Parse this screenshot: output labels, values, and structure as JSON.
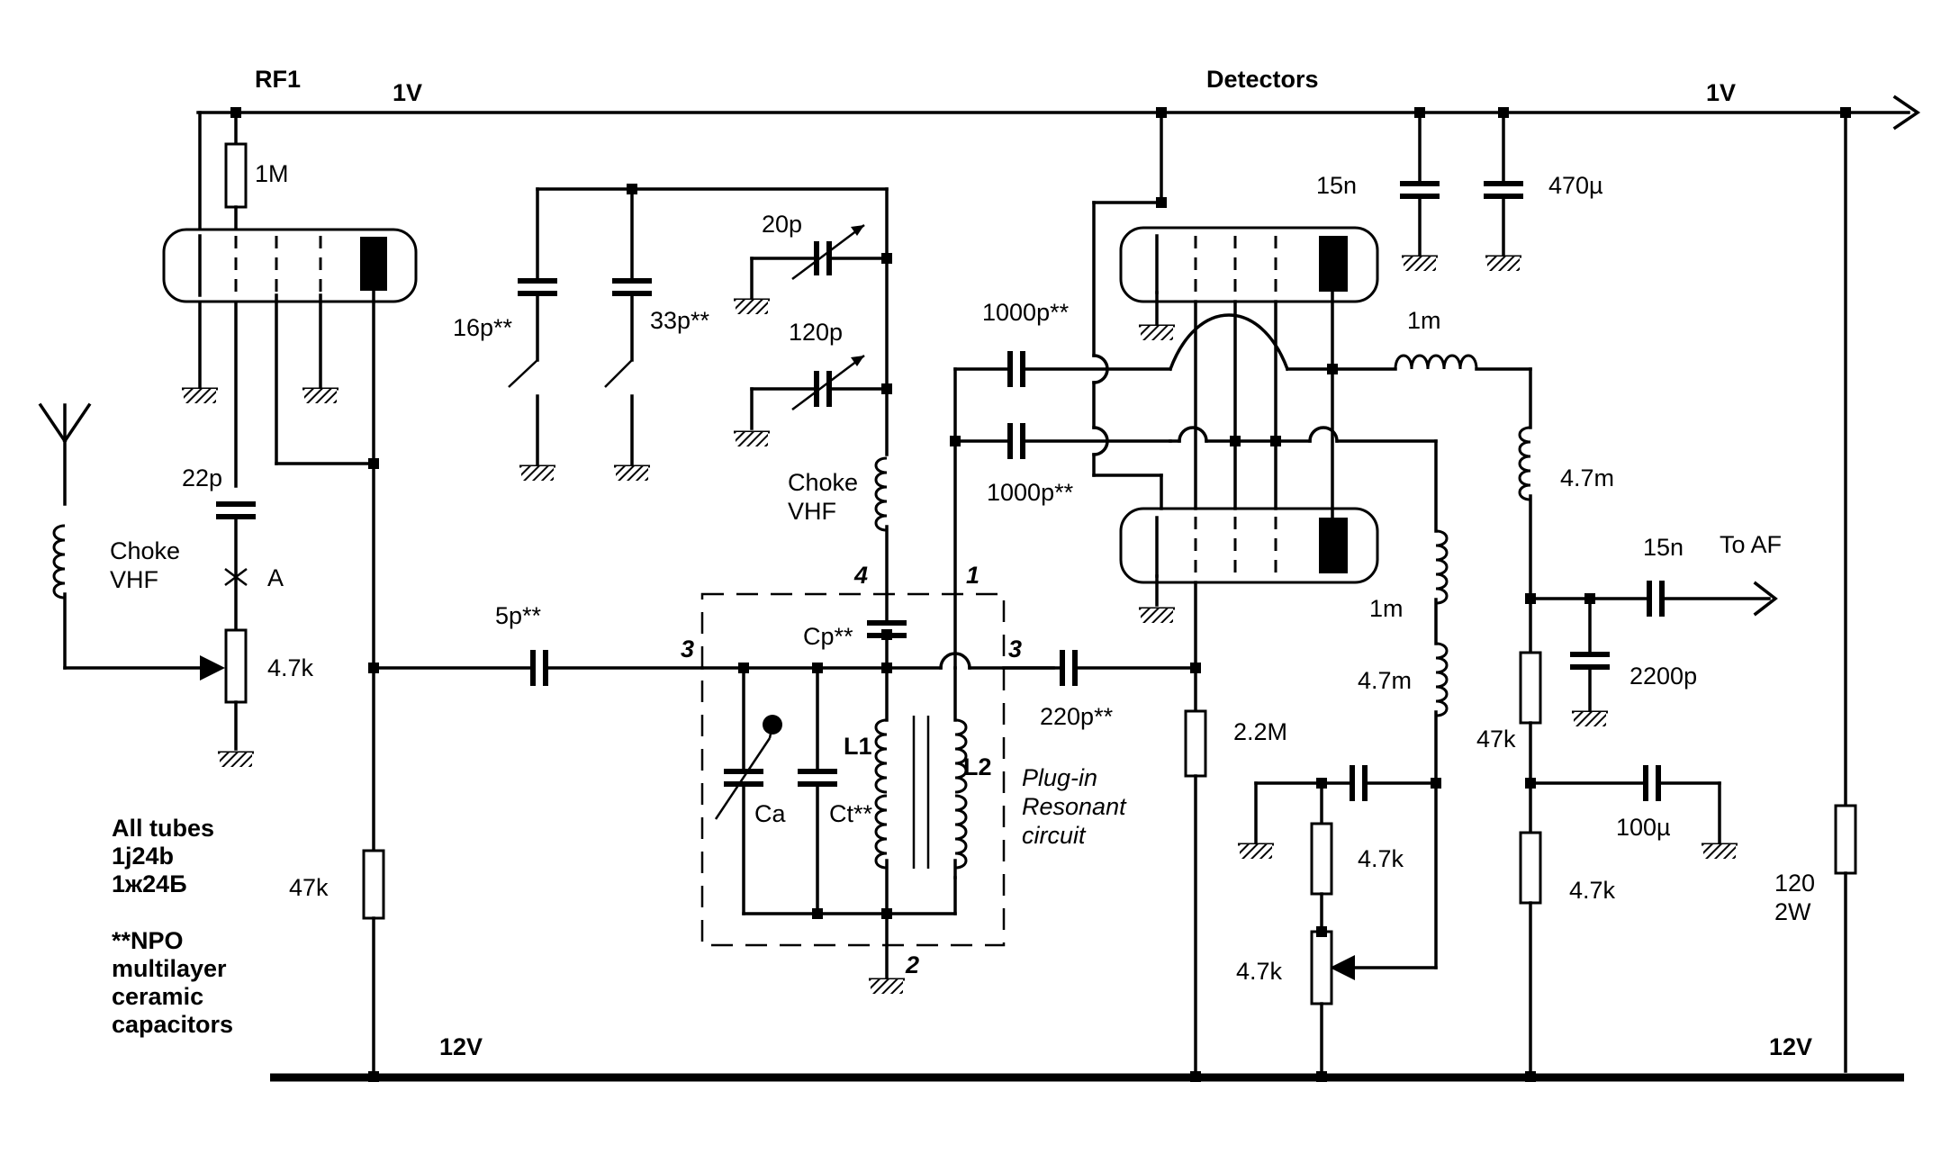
{
  "rails": {
    "top_left": "1V",
    "top_right": "1V",
    "bottom_left": "12V",
    "bottom_right": "12V"
  },
  "sections": {
    "rf": "RF1",
    "detectors": "Detectors"
  },
  "components": {
    "r_1m": "1M",
    "c_22p": "22p",
    "choke_left": [
      "Choke",
      "VHF"
    ],
    "point_a": "A",
    "pot_4k7": "4.7k",
    "r_47k_left": "47k",
    "c_5p": "5p**",
    "c_16p": "16p**",
    "c_33p": "33p**",
    "c_20p": "20p",
    "c_120p": "120p",
    "choke_mid": [
      "Choke",
      "VHF"
    ],
    "c_cp": "Cp**",
    "c_ca": "Ca",
    "c_ct": "Ct**",
    "l1": "L1",
    "l2": "L2",
    "plugin": [
      "Plug-in",
      "Resonant",
      "circuit"
    ],
    "c_1000p_a": "1000p**",
    "c_1000p_b": "1000p**",
    "c_220p": "220p**",
    "r_2m2": "2.2M",
    "c_15n_top": "15n",
    "c_470u": "470µ",
    "l_1m_top": "1m",
    "l_4m7_right": "4.7m",
    "l_1m_mid": "1m",
    "l_4m7_mid": "4.7m",
    "c_15n_out": "15n",
    "to_af": "To AF",
    "c_2200p": "2200p",
    "r_47k_right": "47k",
    "c_100u": "100µ",
    "r_4k7_right": "4.7k",
    "r_4k7_mid": "4.7k",
    "pot_4k7_mid": "4.7k",
    "r_120": [
      "120",
      "2W"
    ]
  },
  "pins": {
    "p1": "1",
    "p2": "2",
    "p3a": "3",
    "p3b": "3",
    "p4": "4"
  },
  "notes": [
    "All tubes",
    "1j24b",
    "1ж24Б",
    "",
    "**NPO",
    "multilayer",
    "ceramic",
    "capacitors"
  ]
}
